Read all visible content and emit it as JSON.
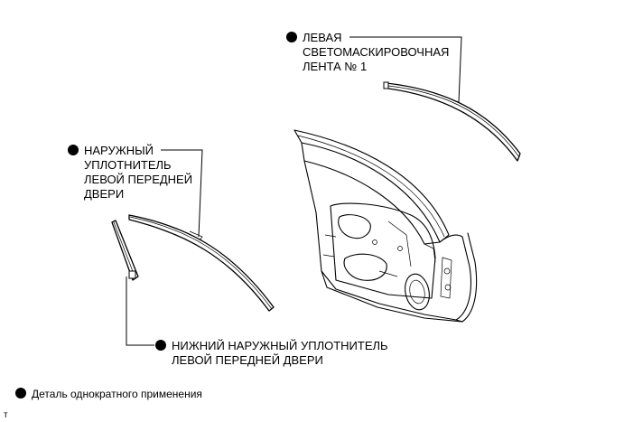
{
  "callouts": {
    "top_right": {
      "lines": [
        "ЛЕВАЯ",
        "СВЕТОМАСКИРОВОЧНАЯ",
        "ЛЕНТА № 1"
      ]
    },
    "left": {
      "lines": [
        "НАРУЖНЫЙ",
        "УПЛОТНИТЕЛЬ",
        "ЛЕВОЙ ПЕРЕДНЕЙ",
        "ДВЕРИ"
      ]
    },
    "bottom": {
      "lines": [
        "НИЖНИЙ НАРУЖНЫЙ УПЛОТНИТЕЛЬ",
        "ЛЕВОЙ ПЕРЕДНЕЙ ДВЕРИ"
      ]
    }
  },
  "legend": {
    "text": "Деталь однократного применения"
  },
  "footer": {
    "mark": "т"
  },
  "colors": {
    "ink": "#000000",
    "background": "#ffffff"
  }
}
